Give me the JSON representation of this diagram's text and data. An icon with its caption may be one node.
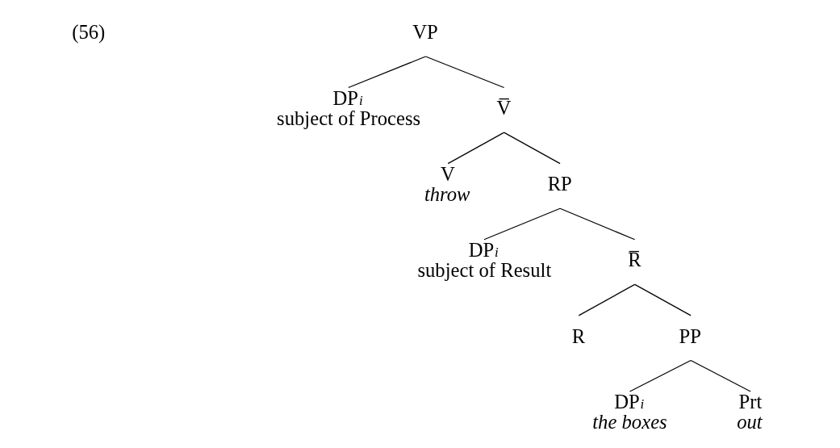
{
  "diagram": {
    "nodes": [
      {
        "text": [
          "VP"
        ]
      },
      {
        "text": [
          "DP$_{i}$",
          "subject of Process"
        ]
      },
      {
        "text": [
          "V̅"
        ]
      },
      {
        "text": [
          "V",
          "throw"
        ]
      },
      {
        "text": [
          "RP"
        ]
      },
      {
        "text": [
          "DP$_{i}$",
          "subject of Result"
        ]
      },
      {
        "text": [
          "R̅"
        ]
      },
      {
        "text": [
          "R"
        ]
      },
      {
        "text": [
          "PP"
        ]
      },
      {
        "text": [
          "DP$_{i}$",
          "the boxes"
        ]
      },
      {
        "text": [
          "Prt",
          "out"
        ]
      }
    ],
    "edges": [
      {
        "from": 0,
        "to": 1,
        "arrow": "none"
      },
      {
        "from": 0,
        "to": 2,
        "arrow": "none"
      },
      {
        "from": 2,
        "to": 3,
        "arrow": "none"
      },
      {
        "from": 2,
        "to": 4,
        "arrow": "none"
      },
      {
        "from": 4,
        "to": 5,
        "arrow": "none"
      },
      {
        "from": 4,
        "to": 6,
        "arrow": "none"
      },
      {
        "from": 6,
        "to": 7,
        "arrow": "none"
      },
      {
        "from": 6,
        "to": 8,
        "arrow": "none"
      },
      {
        "from": 8,
        "to": 9,
        "arrow": "none"
      },
      {
        "from": 8,
        "to": 10,
        "arrow": "none"
      }
    ],
    "labels": [
      "(56)"
    ]
  }
}
